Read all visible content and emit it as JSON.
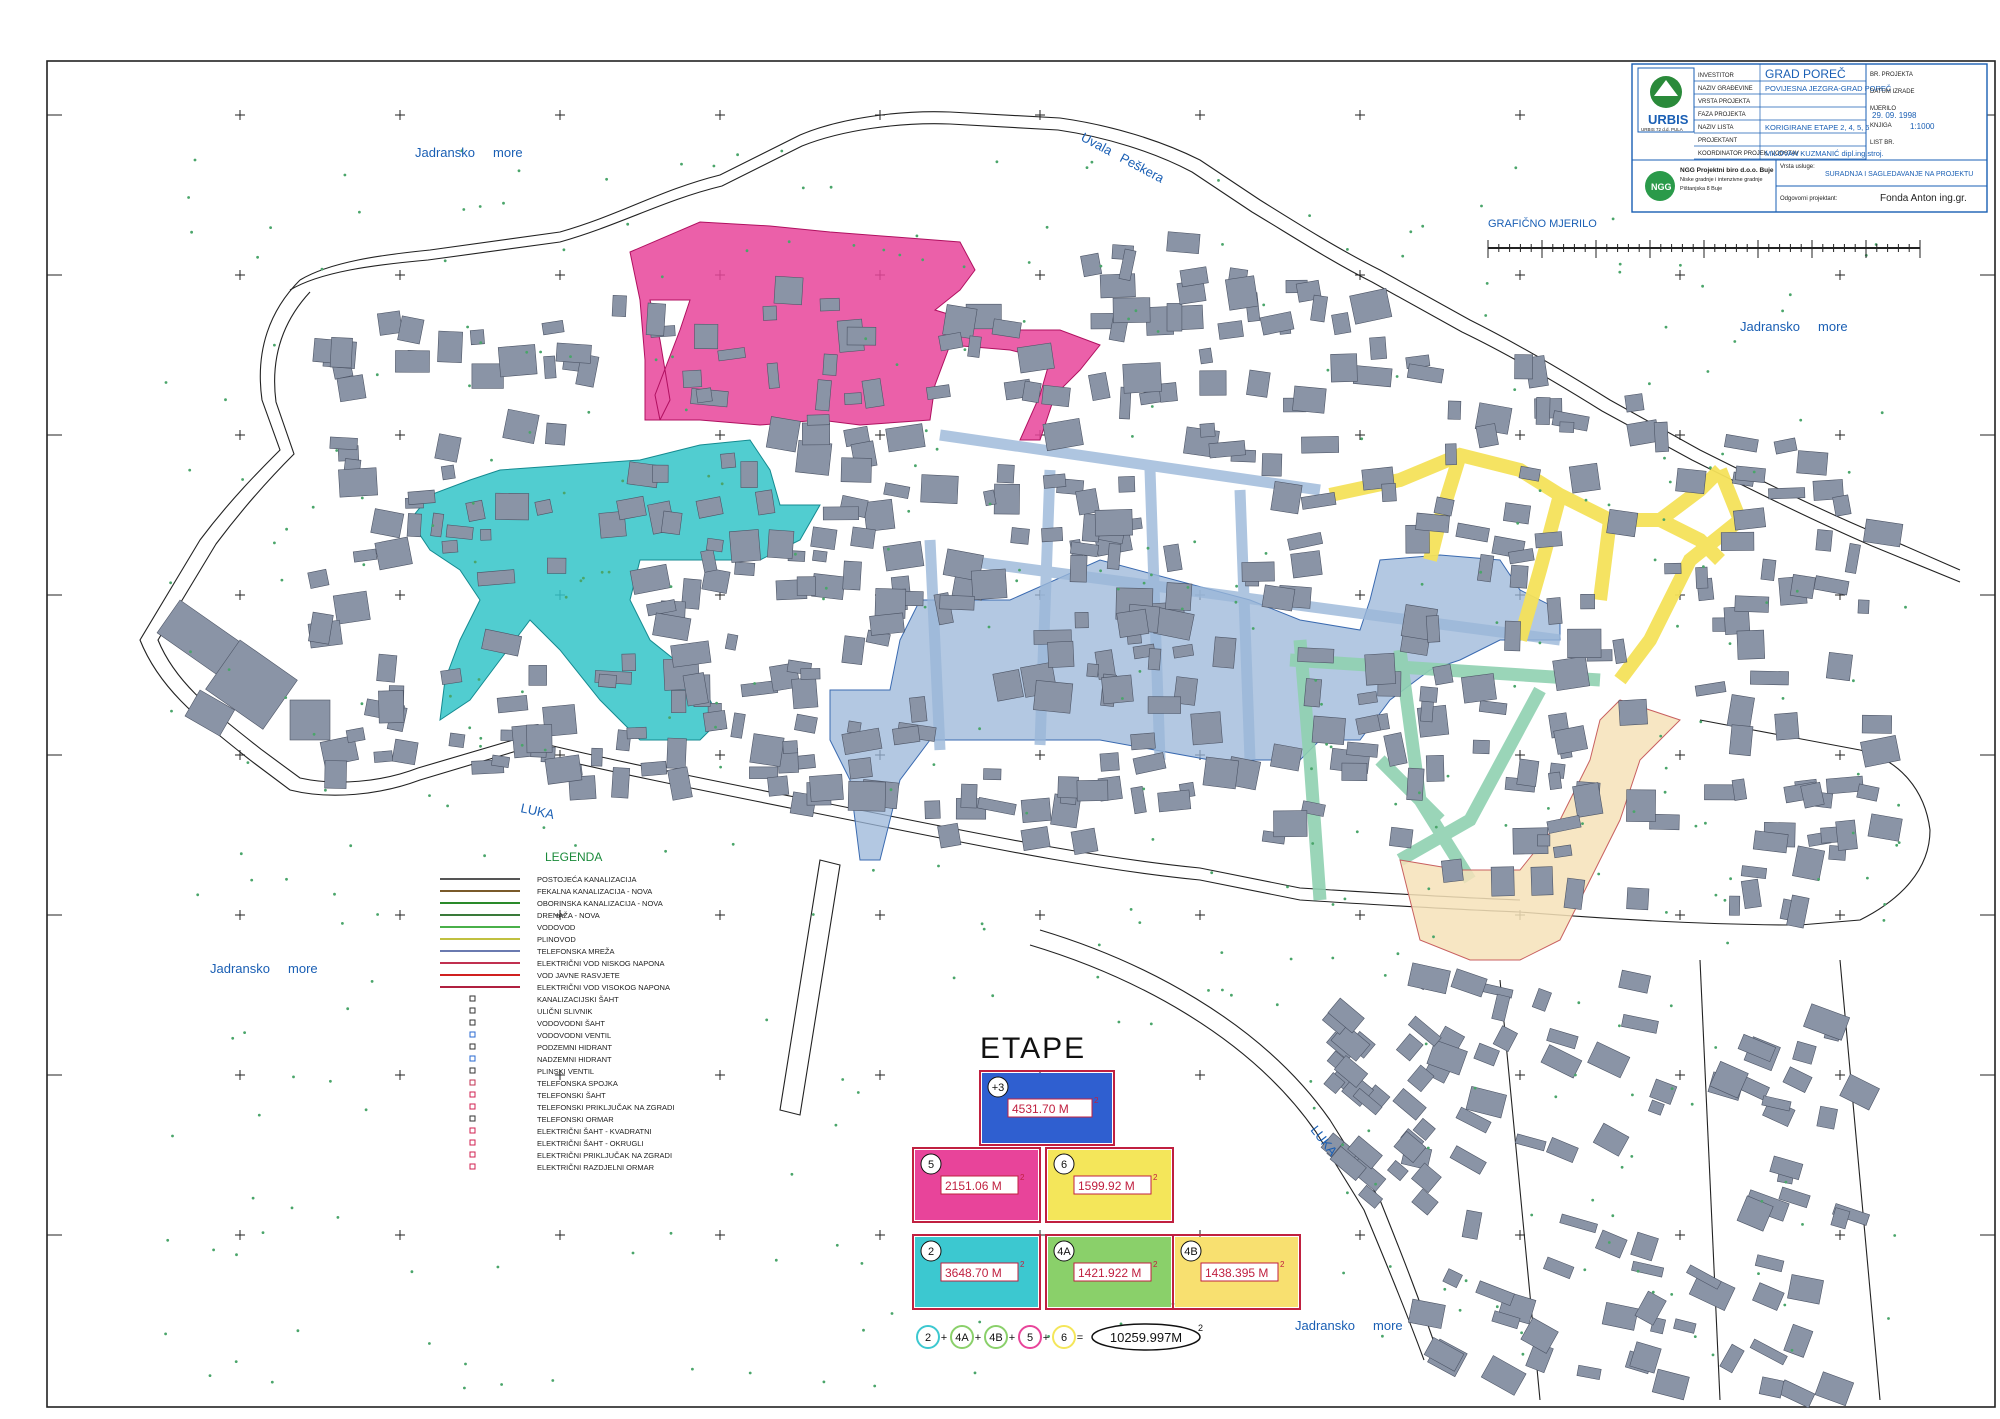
{
  "title_block": {
    "rows": [
      {
        "label": "INVESTITOR",
        "value": "GRAD POREČ",
        "value_size": "big"
      },
      {
        "label": "NAZIV GRAĐEVINE",
        "value": "POVIJESNA JEZGRA-GRAD POREČ",
        "value_size": "mid"
      },
      {
        "label": "VRSTA PROJEKTA",
        "value": "",
        "value_size": "mid"
      },
      {
        "label": "FAZA PROJEKTA",
        "value": "",
        "value_size": "mid"
      },
      {
        "label": "NAZIV LISTA",
        "value": "KORIGIRANE ETAPE 2, 4, 5, 6",
        "value_size": "mid"
      },
      {
        "label": "PROJEKTANT",
        "value": "",
        "value_size": "mid"
      },
      {
        "label": "KOORDINATOR PROJEK. VODSTAV",
        "value": "MILOVAN KUZMANIĆ dipl.ing.stroj.",
        "value_size": "mid"
      }
    ],
    "right_labels": [
      "BR. PROJEKTA",
      "DATUM IZRADE",
      "MJERILO",
      "KNJIGA",
      "LIST BR."
    ],
    "date": "29. 09. 1998",
    "scale": "1:1000",
    "logo_text": "URBIS",
    "logo_sub": "URBIS 72 d.d. PULA",
    "ngg_logo": "NGG",
    "ngg_company": "NGG Projektni biro d.o.o. Buje",
    "ngg_line2": "Niske gradnje i intenzivne gradnje",
    "ngg_line3": "Pištanjska 8 Buje",
    "suradnja_label": "Vrsta usluge:",
    "suradnja": "SURADNJA I SAGLEDAVANJE NA PROJEKTU",
    "odgovorni_label": "Odgovorni projektant:",
    "odgovorni": "Fonda Anton ing.gr."
  },
  "scale_bar_label": "GRAFIČNO MJERILO",
  "sea_labels": [
    {
      "text": "Jadransko     more",
      "id": "nw"
    },
    {
      "text": "Jadransko     more",
      "id": "ne"
    },
    {
      "text": "Jadransko     more",
      "id": "w"
    },
    {
      "text": "Jadransko     more",
      "id": "s"
    },
    {
      "text": "Uvala   Peškera",
      "id": "uvala"
    },
    {
      "text": "LUKA",
      "id": "luka1"
    },
    {
      "text": "LUKA",
      "id": "luka2"
    }
  ],
  "legend": {
    "title": "LEGENDA",
    "items": [
      {
        "text": "POSTOJEĆA KANALIZACIJA",
        "color": "#555555",
        "kind": "line"
      },
      {
        "text": "FEKALNA KANALIZACIJA - NOVA",
        "color": "#7a5a2a",
        "kind": "line"
      },
      {
        "text": "OBORINSKA KANALIZACIJA - NOVA",
        "color": "#2a8a2a",
        "kind": "line"
      },
      {
        "text": "DRENAŽA - NOVA",
        "color": "#3a7a3a",
        "kind": "line"
      },
      {
        "text": "VODOVOD",
        "color": "#4ab04a",
        "kind": "line"
      },
      {
        "text": "PLINOVOD",
        "color": "#c0c040",
        "kind": "line"
      },
      {
        "text": "TELEFONSKA MREŽA",
        "color": "#6a7ab0",
        "kind": "line"
      },
      {
        "text": "ELEKTRIČNI VOD NISKOG NAPONA",
        "color": "#c03050",
        "kind": "line"
      },
      {
        "text": "VOD JAVNE RASVJETE",
        "color": "#d02020",
        "kind": "line"
      },
      {
        "text": "ELEKTRIČNI VOD VISOKOG NAPONA",
        "color": "#b02040",
        "kind": "line"
      },
      {
        "text": "KANALIZACIJSKI ŠAHT",
        "color": "#333333",
        "kind": "sym"
      },
      {
        "text": "ULIČNI SLIVNIK",
        "color": "#333333",
        "kind": "sym"
      },
      {
        "text": "VODOVODNI ŠAHT",
        "color": "#333333",
        "kind": "sym"
      },
      {
        "text": "VODOVODNI VENTIL",
        "color": "#2a6ad0",
        "kind": "sym"
      },
      {
        "text": "PODZEMNI HIDRANT",
        "color": "#333333",
        "kind": "sym"
      },
      {
        "text": "NADZEMNI HIDRANT",
        "color": "#2a6ad0",
        "kind": "sym"
      },
      {
        "text": "PLINSKI VENTIL",
        "color": "#333333",
        "kind": "sym"
      },
      {
        "text": "TELEFONSKA SPOJKA",
        "color": "#c03050",
        "kind": "sym"
      },
      {
        "text": "TELEFONSKI ŠAHT",
        "color": "#d02050",
        "kind": "sym"
      },
      {
        "text": "TELEFONSKI PRIKLJUČAK NA ZGRADI",
        "color": "#d02050",
        "kind": "sym"
      },
      {
        "text": "TELEFONSKI ORMAR",
        "color": "#333333",
        "kind": "sym"
      },
      {
        "text": "ELEKTRIČNI ŠAHT - KVADRATNI",
        "color": "#d02050",
        "kind": "sym"
      },
      {
        "text": "ELEKTRIČNI ŠAHT - OKRUGLI",
        "color": "#d02050",
        "kind": "sym"
      },
      {
        "text": "ELEKTRIČNI PRIKLJUČAK NA ZGRADI",
        "color": "#d02050",
        "kind": "sym"
      },
      {
        "text": "ELEKTRIČNI RAZDJELNI ORMAR",
        "color": "#d02050",
        "kind": "sym"
      }
    ]
  },
  "etape": {
    "title": "ETAPE",
    "boxes": [
      {
        "id": "+3",
        "area": "4531.70 M",
        "color": "#2f5fd0"
      },
      {
        "id": "5",
        "area": "2151.06 M",
        "color": "#e8449a"
      },
      {
        "id": "6",
        "area": "1599.92 M",
        "color": "#f4e65a"
      },
      {
        "id": "2",
        "area": "3648.70 M",
        "color": "#3cc8d0"
      },
      {
        "id": "4A",
        "area": "1421.922 M",
        "color": "#8ad06a"
      },
      {
        "id": "4B",
        "area": "1438.395 M",
        "color": "#f8e070"
      }
    ],
    "sum_terms": [
      "2",
      "4A",
      "4B",
      "5",
      "6"
    ],
    "total": "10259.997M",
    "superscript": "2"
  },
  "colors": {
    "etapa5": "#e8449a",
    "etapa2": "#3cc8c8",
    "etapa3": "#9ab6d8",
    "etapa4a": "#8fd0b0",
    "etapa4b": "#f6e2b8",
    "etapa6": "#f4e25a"
  }
}
